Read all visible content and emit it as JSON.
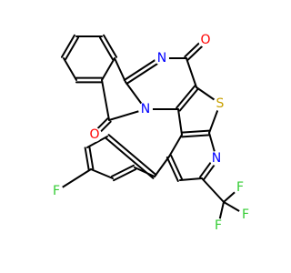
{
  "molecule": {
    "atom_labels": [
      {
        "id": "o-ketone",
        "text": "O",
        "color": "#ff0000"
      },
      {
        "id": "o-lactam",
        "text": "O",
        "color": "#ff0000"
      },
      {
        "id": "n-pyrimidine",
        "text": "N",
        "color": "#0000ff"
      },
      {
        "id": "n-bridge",
        "text": "N",
        "color": "#0000ff"
      },
      {
        "id": "n-pyridine",
        "text": "N",
        "color": "#0000ff"
      },
      {
        "id": "s-thiophene",
        "text": "S",
        "color": "#c8a000"
      },
      {
        "id": "f-aryl",
        "text": "F",
        "color": "#33cc33"
      },
      {
        "id": "f-cf3-1",
        "text": "F",
        "color": "#33cc33"
      },
      {
        "id": "f-cf3-2",
        "text": "F",
        "color": "#33cc33"
      },
      {
        "id": "f-cf3-3",
        "text": "F",
        "color": "#33cc33"
      }
    ]
  }
}
